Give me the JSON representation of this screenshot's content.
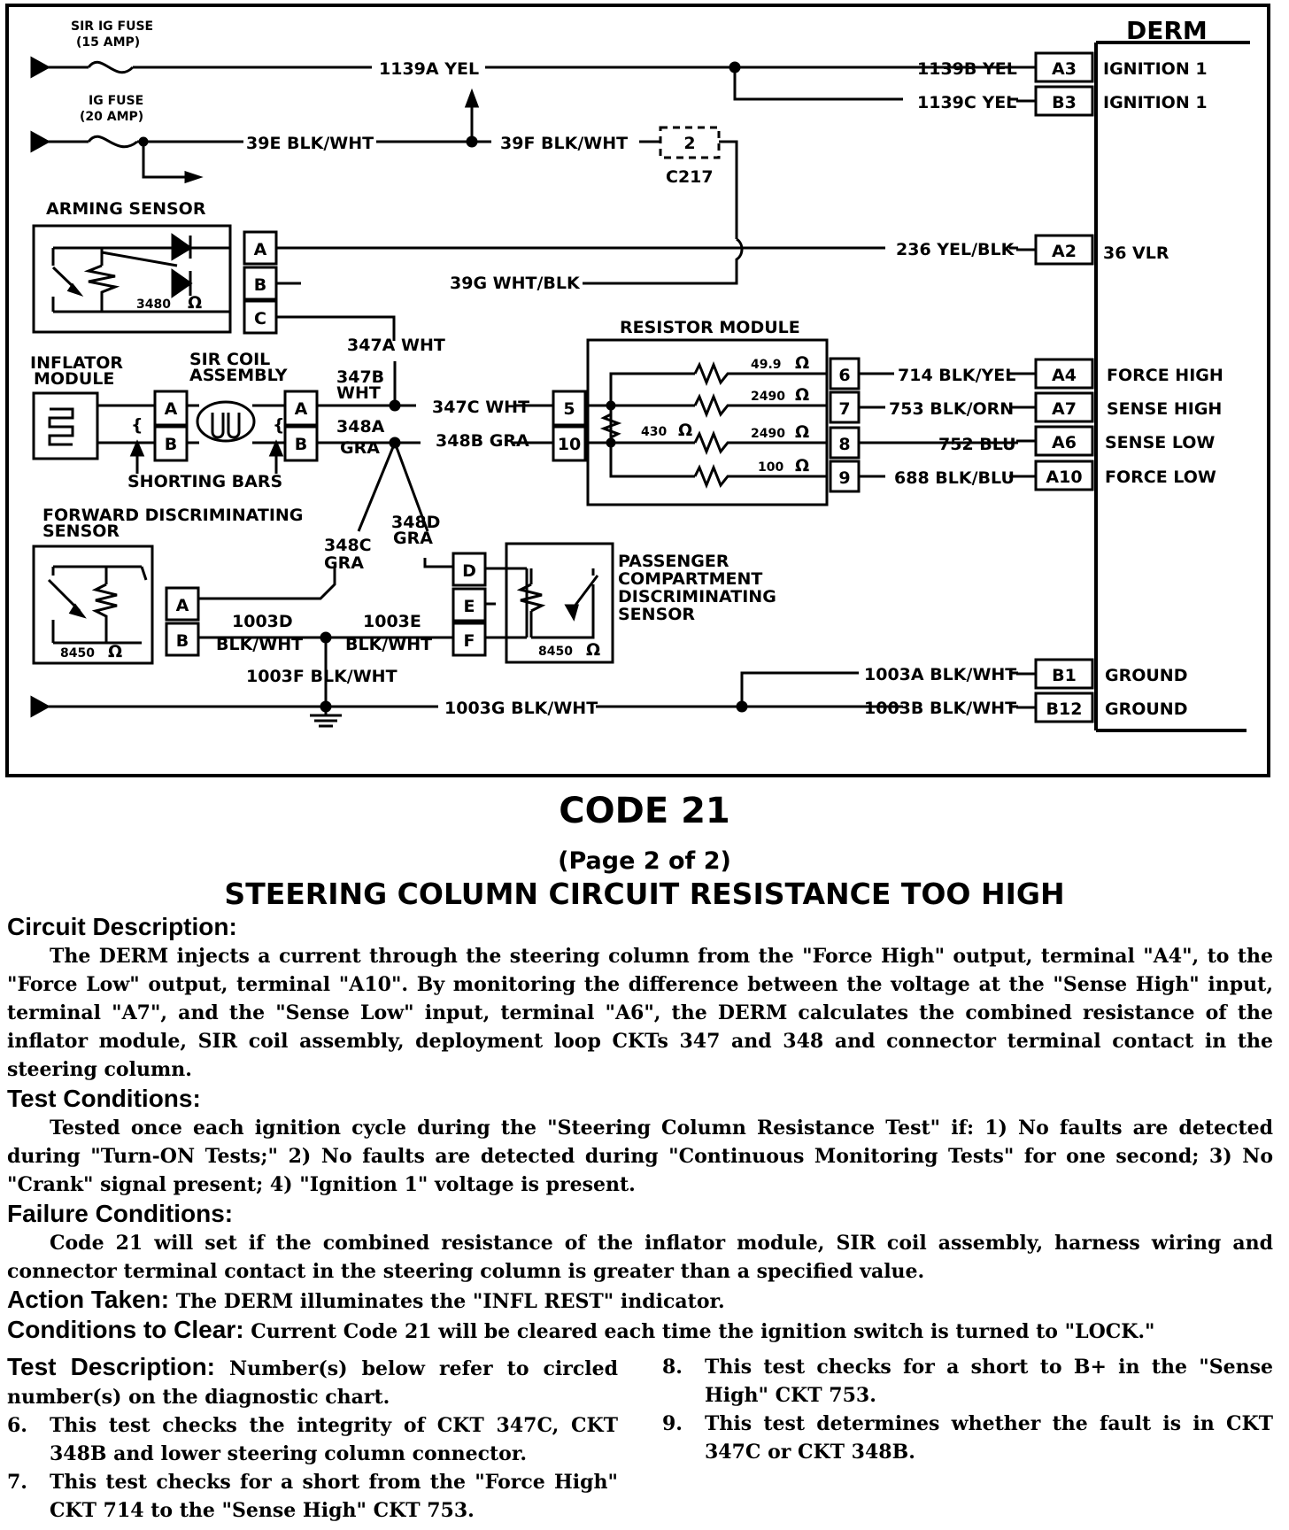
{
  "diagram": {
    "fuses": {
      "sir_ig_fuse": [
        "SIR IG FUSE",
        "(15 AMP)"
      ],
      "ig_fuse": [
        "IG FUSE",
        "(20 AMP)"
      ]
    },
    "wires": {
      "w1139a": "1139A YEL",
      "w1139b": "1139B YEL",
      "w1139c": "1139C YEL",
      "w39e": "39E BLK/WHT",
      "w39f": "39F BLK/WHT",
      "w236": "236 YEL/BLK",
      "w39g": "39G WHT/BLK",
      "w347a": "347A WHT",
      "w347b": [
        "347B",
        "WHT"
      ],
      "w348a": [
        "348A",
        "GRA"
      ],
      "w347c": "347C WHT",
      "w348b": "348B GRA",
      "w348c": [
        "348C",
        "GRA"
      ],
      "w348d": [
        "348D",
        "GRA"
      ],
      "w714": "714 BLK/YEL",
      "w753": "753 BLK/ORN",
      "w752": "752 BLU",
      "w688": "688 BLK/BLU",
      "w1003d": [
        "1003D",
        "BLK/WHT"
      ],
      "w1003e": [
        "1003E",
        "BLK/WHT"
      ],
      "w1003f": "1003F BLK/WHT",
      "w1003g": "1003G BLK/WHT",
      "w1003a": "1003A BLK/WHT",
      "w1003b": "1003B BLK/WHT"
    },
    "connector_c217": {
      "pin": "2",
      "label": "C217"
    },
    "derm": {
      "title": "DERM",
      "terminals": [
        {
          "pin": "A3",
          "name": "IGNITION 1"
        },
        {
          "pin": "B3",
          "name": "IGNITION 1"
        },
        {
          "pin": "A2",
          "name": "36 VLR"
        },
        {
          "pin": "A4",
          "name": "FORCE HIGH"
        },
        {
          "pin": "A7",
          "name": "SENSE HIGH"
        },
        {
          "pin": "A6",
          "name": "SENSE LOW"
        },
        {
          "pin": "A10",
          "name": "FORCE LOW"
        },
        {
          "pin": "B1",
          "name": "GROUND"
        },
        {
          "pin": "B12",
          "name": "GROUND"
        }
      ]
    },
    "arming_sensor": {
      "title": "ARMING SENSOR",
      "pins": [
        "A",
        "B",
        "C"
      ],
      "resistance": "3480",
      "ohm": "Ω"
    },
    "inflator_module": [
      "INFLATOR",
      "MODULE"
    ],
    "sir_coil": {
      "title": [
        "SIR COIL",
        "ASSEMBLY"
      ],
      "pins": [
        "A",
        "B"
      ],
      "brace": "{"
    },
    "shorting_bars": "SHORTING BARS",
    "resistor_module": {
      "title": "RESISTOR MODULE",
      "left_pins": [
        "5",
        "10"
      ],
      "right_pins": [
        "6",
        "7",
        "8",
        "9"
      ],
      "center_resistor": "430",
      "resistors": [
        "49.9",
        "2490",
        "2490",
        "100"
      ],
      "ohm": "Ω"
    },
    "forward_sensor": {
      "title": [
        "FORWARD DISCRIMINATING",
        "SENSOR"
      ],
      "pins": [
        "A",
        "B"
      ],
      "resistance": "8450",
      "ohm": "Ω"
    },
    "passenger_sensor": {
      "title": [
        "PASSENGER",
        "COMPARTMENT",
        "DISCRIMINATING",
        "SENSOR"
      ],
      "pins": [
        "D",
        "E",
        "F"
      ],
      "resistance": "8450",
      "ohm": "Ω"
    }
  },
  "document": {
    "code": "CODE 21",
    "page": "(Page 2 of 2)",
    "title": "STEERING COLUMN CIRCUIT RESISTANCE TOO HIGH",
    "circuit_description": {
      "heading": "Circuit Description:",
      "text": "The DERM injects a current through the steering column from the \"Force High\" output, terminal \"A4\", to the \"Force Low\" output, terminal \"A10\". By monitoring the difference between the voltage at the \"Sense High\" input, terminal \"A7\", and the \"Sense Low\" input, terminal \"A6\", the DERM calculates the combined resistance of the inflator module, SIR coil assembly, deployment loop CKTs 347 and 348 and connector terminal contact in the steering column."
    },
    "test_conditions": {
      "heading": "Test Conditions:",
      "text": "Tested once each ignition cycle during the \"Steering Column Resistance Test\" if: 1) No faults are detected during \"Turn-ON Tests;\" 2) No faults are detected during \"Continuous Monitoring Tests\" for one second; 3) No \"Crank\" signal present; 4) \"Ignition 1\" voltage is present."
    },
    "failure_conditions": {
      "heading": "Failure Conditions:",
      "text": "Code 21 will set if the combined resistance of the inflator module, SIR coil assembly, harness wiring and connector terminal contact in the steering column is greater than a specified value."
    },
    "action_taken": {
      "heading": "Action Taken:",
      "text": "The DERM illuminates the \"INFL REST\" indicator."
    },
    "conditions_to_clear": {
      "heading": "Conditions to Clear:",
      "text": "Current Code 21 will be cleared each time the ignition switch is turned to \"LOCK.\""
    },
    "test_description": {
      "heading": "Test Description:",
      "intro": "Number(s) below refer to circled number(s) on the diagnostic chart.",
      "items": [
        {
          "num": "6.",
          "text": "This test checks the integrity of CKT 347C, CKT 348B and lower steering column connector."
        },
        {
          "num": "7.",
          "text": "This test checks for a short from the \"Force High\" CKT 714 to the \"Sense High\" CKT 753."
        },
        {
          "num": "8.",
          "text": "This test checks for a short to B+ in the \"Sense High\" CKT 753."
        },
        {
          "num": "9.",
          "text": "This test determines whether the fault is in CKT 347C or CKT 348B."
        }
      ]
    }
  }
}
